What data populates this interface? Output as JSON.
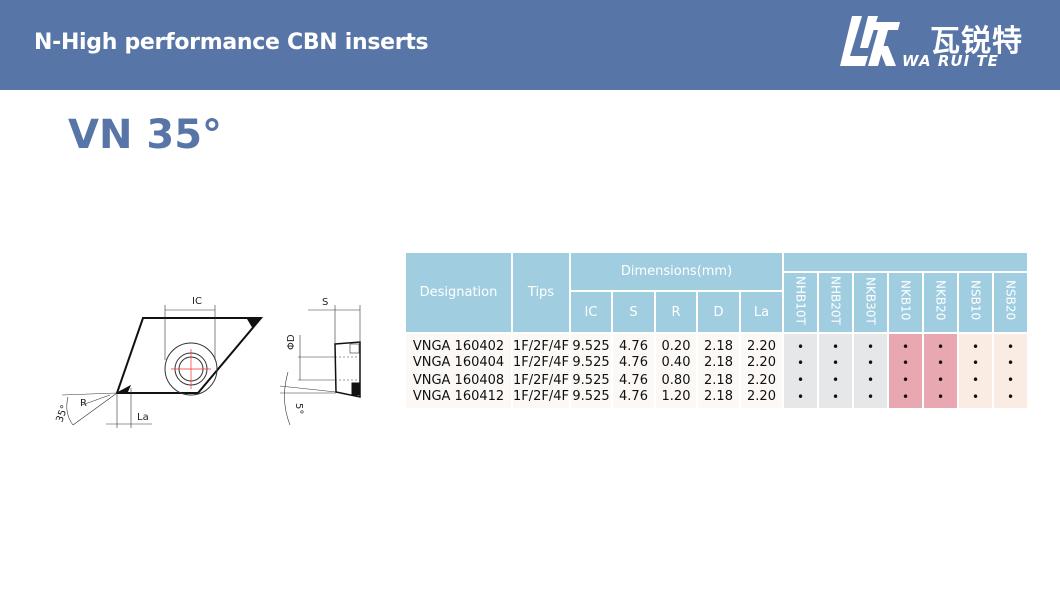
{
  "header": {
    "title": "N-High performance CBN inserts",
    "logo": {
      "cn": "瓦锐特",
      "en": "WA RUI TE"
    }
  },
  "heading": "VN 35°",
  "drawing": {
    "labels": {
      "ic": "IC",
      "s": "S",
      "phi_d": "ΦD",
      "r": "R",
      "angle": "35°",
      "la": "La",
      "clearance": "5°"
    }
  },
  "table": {
    "headers": {
      "designation": "Designation",
      "tips": "Tips",
      "dimensions": "Dimensions(mm)",
      "dims": [
        "IC",
        "S",
        "R",
        "D",
        "La"
      ],
      "grades": [
        "NHB10T",
        "NHB20T",
        "NKB30T",
        "NKB10",
        "NKB20",
        "NSB10",
        "NSB20"
      ]
    },
    "rows": [
      {
        "designation": "VNGA 160402",
        "tips": "1F/2F/4F",
        "ic": "9.525",
        "s": "4.76",
        "r": "0.20",
        "d": "2.18",
        "la": "2.20",
        "marks": [
          "•",
          "•",
          "•",
          "•",
          "•",
          "•",
          "•"
        ]
      },
      {
        "designation": "VNGA 160404",
        "tips": "1F/2F/4F",
        "ic": "9.525",
        "s": "4.76",
        "r": "0.40",
        "d": "2.18",
        "la": "2.20",
        "marks": [
          "•",
          "•",
          "•",
          "•",
          "•",
          "•",
          "•"
        ]
      },
      {
        "designation": "VNGA 160408",
        "tips": "1F/2F/4F",
        "ic": "9.525",
        "s": "4.76",
        "r": "0.80",
        "d": "2.18",
        "la": "2.20",
        "marks": [
          "•",
          "•",
          "•",
          "•",
          "•",
          "•",
          "•"
        ]
      },
      {
        "designation": "VNGA 160412",
        "tips": "1F/2F/4F",
        "ic": "9.525",
        "s": "4.76",
        "r": "1.20",
        "d": "2.18",
        "la": "2.20",
        "marks": [
          "•",
          "•",
          "•",
          "•",
          "•",
          "•",
          "•"
        ]
      }
    ]
  },
  "colors": {
    "brand": "#5875a7",
    "header": "#a0cee0",
    "grade_gray": "#e6e7e9",
    "grade_pink": "#e8a7b1",
    "grade_peach": "#fbece3"
  }
}
